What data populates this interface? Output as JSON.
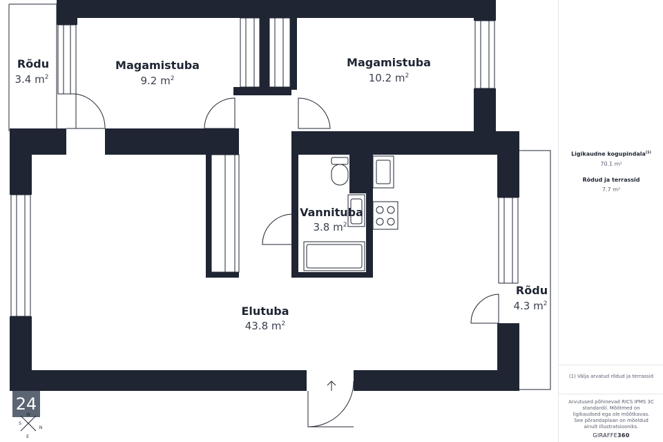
{
  "rooms": [
    {
      "name": "Rõdu",
      "area": "3.4 m",
      "sup": "2"
    },
    {
      "name": "Magamistuba",
      "area": "9.2 m",
      "sup": "2"
    },
    {
      "name": "Magamistuba",
      "area": "10.2 m",
      "sup": "2"
    },
    {
      "name": "Vannituba",
      "area": "3.8 m",
      "sup": "2"
    },
    {
      "name": "Elutuba",
      "area": "43.8 m",
      "sup": "2"
    },
    {
      "name": "Rõdu",
      "area": "4.3 m",
      "sup": "2"
    }
  ],
  "summary": {
    "total_label": "Ligikaudne kogupindala",
    "total_note_mark": "(1)",
    "total_value": "70.1 m²",
    "balconies_label": "Rõdud ja terrassid",
    "balconies_value": "7.7 m²"
  },
  "footnote": "(1) Välja arvatud rõdud ja terrassid",
  "disclaimer": "Arvutused põhinevad RICS IPMS 3C standardil. Mõõtmed on ligikaudsed ega ole mõõtkavas. See põrandaplaan on mõeldud ainult illustratsiooniks.",
  "brand": {
    "name": "GIRAFFE",
    "suffix": "360"
  },
  "logo": {
    "text": "24"
  },
  "compass": {
    "labels": [
      "W",
      "S",
      "N",
      "E"
    ]
  },
  "colors": {
    "wall": "#1f2533",
    "badge": "#5b6573",
    "line": "#1f2533"
  }
}
